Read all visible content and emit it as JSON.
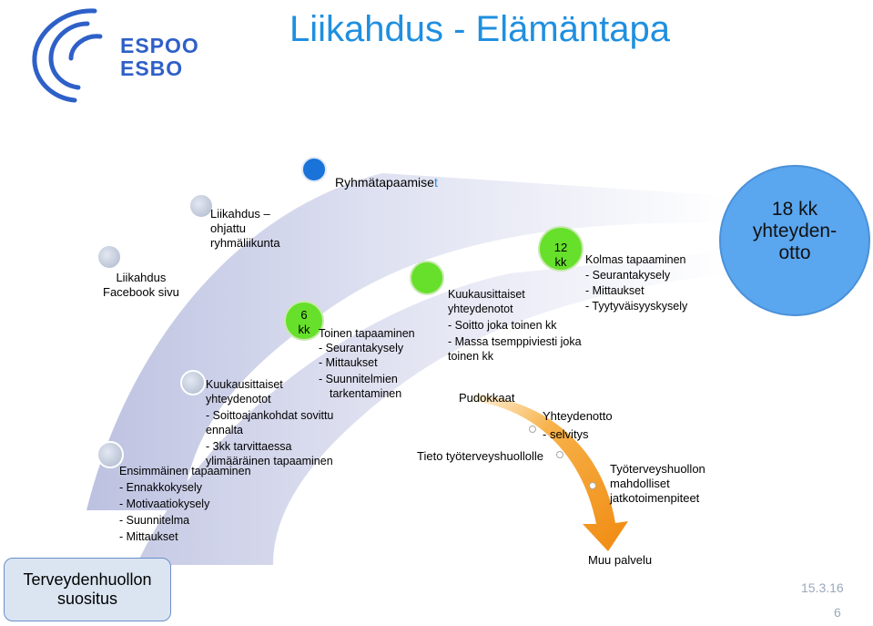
{
  "title": "Liikahdus - Elämäntapa",
  "logo": {
    "line1": "ESPOO",
    "line2": "ESBO"
  },
  "start_box": {
    "line1": "Terveydenhuollon",
    "line2": "suositus"
  },
  "end_circle": {
    "line1": "18 kk",
    "line2": "yhteyden-",
    "line3": "otto"
  },
  "top_arc": {
    "label_main": "Ryhmätapaamise",
    "label_tail": "t",
    "liikahdus_ohjattu": [
      "Liikahdus –",
      "ohjattu",
      "ryhmäliikunta"
    ],
    "facebook": [
      "Liikahdus",
      "Facebook sivu"
    ]
  },
  "six_kk": [
    "6",
    "kk"
  ],
  "twelve_kk": [
    "12",
    "kk"
  ],
  "first_meeting": [
    "Ensimmäinen tapaaminen",
    "- Ennakkokysely",
    "- Motivaatiokysely",
    "- Suunnitelma",
    "- Mittaukset"
  ],
  "monthly_1": [
    "Kuukausittaiset",
    "yhteydenotot",
    "- Soittoajankohdat sovittu",
    "ennalta",
    "- 3kk tarvittaessa",
    "ylimääräinen tapaaminen"
  ],
  "second_meeting": [
    "Toinen tapaaminen",
    "- Seurantakysely",
    "- Mittaukset",
    "- Suunnitelmien",
    "tarkentaminen"
  ],
  "monthly_2": [
    "Kuukausittaiset",
    "yhteydenotot",
    "- Soitto joka toinen kk",
    "- Massa tsemppiviesti joka",
    "toinen kk"
  ],
  "third_meeting": [
    "Kolmas tapaaminen",
    "- Seurantakysely",
    "- Mittaukset",
    "- Tyytyväisyyskysely"
  ],
  "dropout": {
    "pudokkaat": "Pudokkaat",
    "yhteydenotto": "Yhteydenotto",
    "selvitys": "- selvitys",
    "tieto": "Tieto työterveyshuollolle",
    "tyoterveys": [
      "Työterveyshuollon",
      "mahdolliset",
      "jatkotoimenpiteet"
    ],
    "muu_palvelu": "Muu palvelu"
  },
  "footer": {
    "date": "15.3.16",
    "page": "6"
  },
  "colors": {
    "title": "#1f8fe0",
    "logo": "#2e60c8",
    "blue_dot": "#1a73d9",
    "green_dot": "#66e02a",
    "orange_arrow": "#f39a1b",
    "big_circle": "#5aa6ef",
    "arc": "#c9cde6"
  }
}
